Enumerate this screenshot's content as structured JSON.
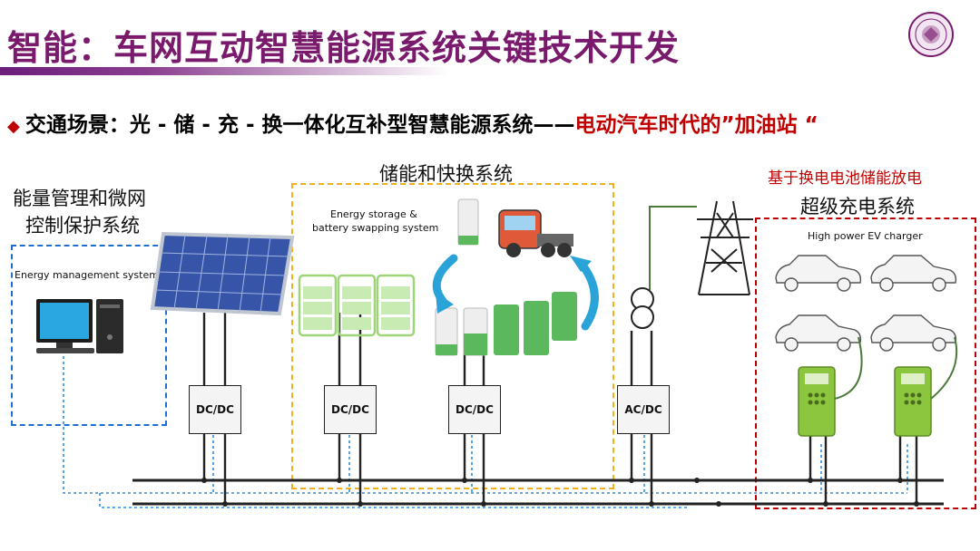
{
  "header": {
    "title": "智能：车网互动智慧能源系统关键技术开发",
    "subtitle_prefix": "◆",
    "subtitle_black": "交通场景：光 - 储 - 充 - 换一体化互补型智慧能源系统——",
    "subtitle_red": "电动汽车时代的”加油站 “"
  },
  "sections": {
    "ems": {
      "label_line1": "能量管理和微网",
      "label_line2": "控制保护系统",
      "caption": "Energy management system"
    },
    "storage": {
      "label": "储能和快换系统",
      "caption_line1": "Energy storage &",
      "caption_line2": "battery swapping  system"
    },
    "charging": {
      "red_label": "基于换电电池储能放电",
      "label": "超级充电系统",
      "caption": "High power EV charger"
    }
  },
  "converters": {
    "pv": "DC/DC",
    "storage": "DC/DC",
    "swap": "DC/DC",
    "grid": "AC/DC"
  },
  "colors": {
    "title": "#7a1a6c",
    "red": "#c00000",
    "ems_box": "#1f6fd1",
    "storage_box": "#f2b01e",
    "charger_box": "#c00000",
    "charger": "#8cc63f",
    "battery": "#5cb85c",
    "comm_line": "#2e8fe0"
  }
}
